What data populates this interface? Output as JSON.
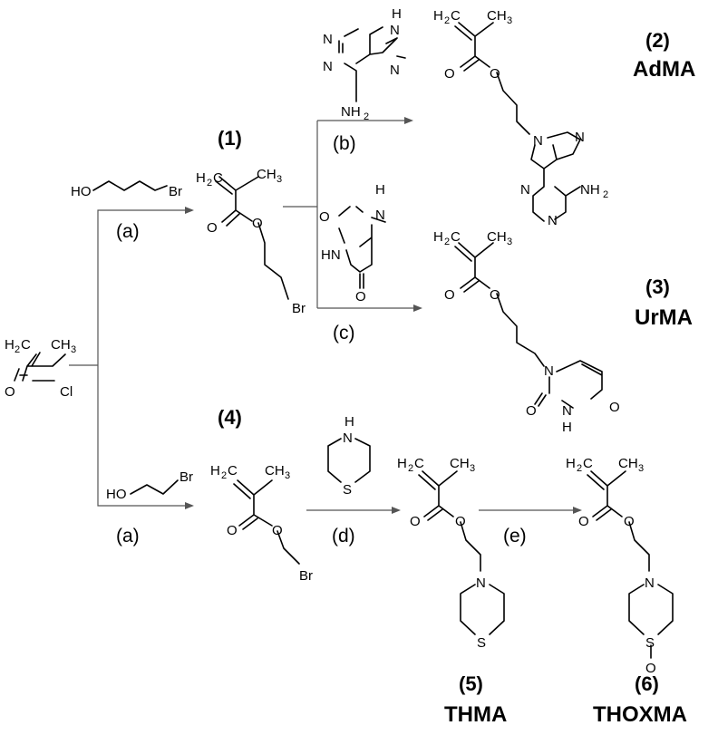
{
  "compounds": {
    "c1": {
      "label": "(1)"
    },
    "c2": {
      "label": "(2)",
      "name": "AdMA"
    },
    "c3": {
      "label": "(3)",
      "name": "UrMA"
    },
    "c4": {
      "label": "(4)"
    },
    "c5": {
      "label": "(5)",
      "name": "THMA"
    },
    "c6": {
      "label": "(6)",
      "name": "THOXMA"
    }
  },
  "conditions": {
    "a_top": "(a)",
    "a_bottom": "(a)",
    "b": "(b)",
    "c": "(c)",
    "d": "(d)",
    "e": "(e)"
  },
  "atoms": {
    "H2C": "H",
    "two": "2",
    "C": "C",
    "CH3": "CH",
    "three": "3",
    "O": "O",
    "Cl": "Cl",
    "HO": "HO",
    "Br": "Br",
    "N": "N",
    "H": "H",
    "NH2": "NH",
    "HN": "HN",
    "S": "S",
    "SO": "S=O"
  }
}
